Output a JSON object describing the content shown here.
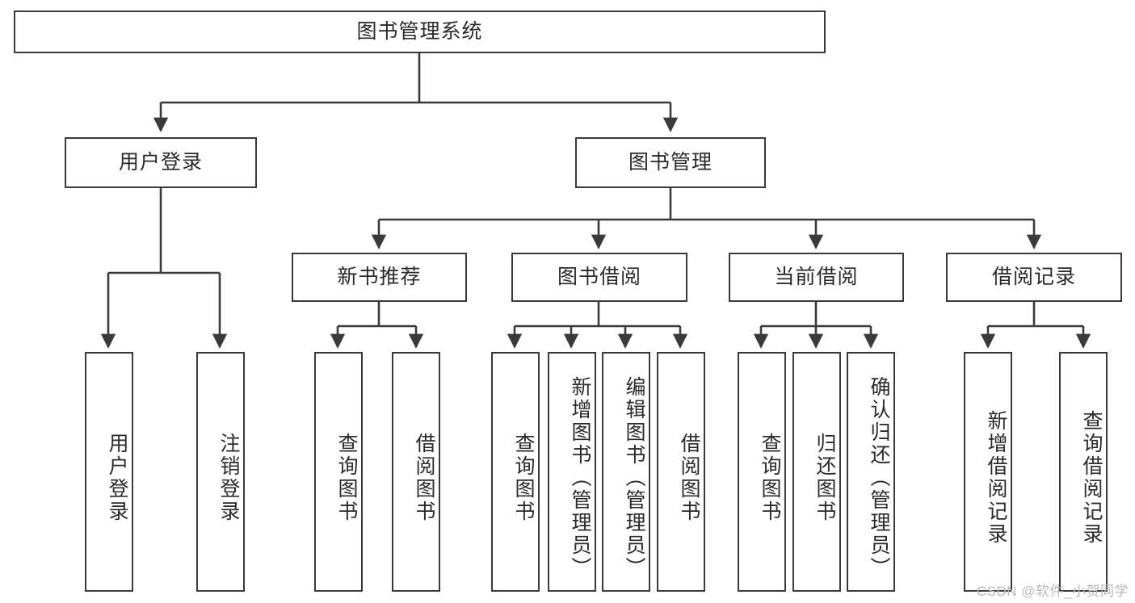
{
  "diagram": {
    "title": "图书管理系统",
    "type": "tree-hierarchy",
    "background_color": "#ffffff",
    "border_color": "#3a3a3a",
    "text_color": "#2a2a2a",
    "root": {
      "label": "图书管理系统"
    },
    "level1": [
      {
        "label": "用户登录"
      },
      {
        "label": "图书管理"
      }
    ],
    "level2": [
      {
        "label": "新书推荐"
      },
      {
        "label": "图书借阅"
      },
      {
        "label": "当前借阅"
      },
      {
        "label": "借阅记录"
      }
    ],
    "leaves": {
      "user_login": [
        {
          "label": "用户登录"
        },
        {
          "label": "注销登录"
        }
      ],
      "new_book_recommend": [
        {
          "label": "查询图书"
        },
        {
          "label": "借阅图书"
        }
      ],
      "book_borrow": [
        {
          "label": "查询图书"
        },
        {
          "label": "新增图书（管理员）"
        },
        {
          "label": "编辑图书（管理员）"
        },
        {
          "label": "借阅图书"
        }
      ],
      "current_borrow": [
        {
          "label": "查询图书"
        },
        {
          "label": "归还图书"
        },
        {
          "label": "确认归还（管理员）"
        }
      ],
      "borrow_record": [
        {
          "label": "新增借阅记录"
        },
        {
          "label": "查询借阅记录"
        }
      ]
    }
  },
  "watermark": {
    "text": "CSDN @软件_小贺同学"
  }
}
